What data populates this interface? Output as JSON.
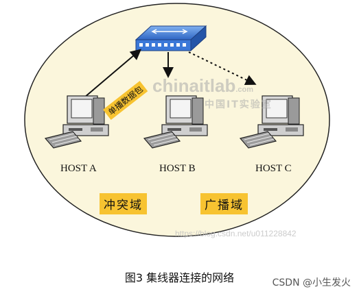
{
  "diagram": {
    "hosts": [
      {
        "id": "host-a",
        "label": "HOST A"
      },
      {
        "id": "host-b",
        "label": "HOST B"
      },
      {
        "id": "host-c",
        "label": "HOST C"
      }
    ],
    "packet_label": "单播数据包",
    "zones": {
      "collision": "冲突域",
      "broadcast": "广播域"
    },
    "watermark": {
      "logo": "chinaitlab",
      "logo_suffix": ".com",
      "logo_sub": "中国IT实验室",
      "url": "https://blog.csdn.net/u011228842"
    },
    "colors": {
      "ellipse_fill": "#fbf6dc",
      "hub_blue": "#3b78d8",
      "label_yellow": "#f7c331"
    }
  },
  "caption": "图3 集线器连接的网络",
  "credit": "CSDN @小生发火"
}
